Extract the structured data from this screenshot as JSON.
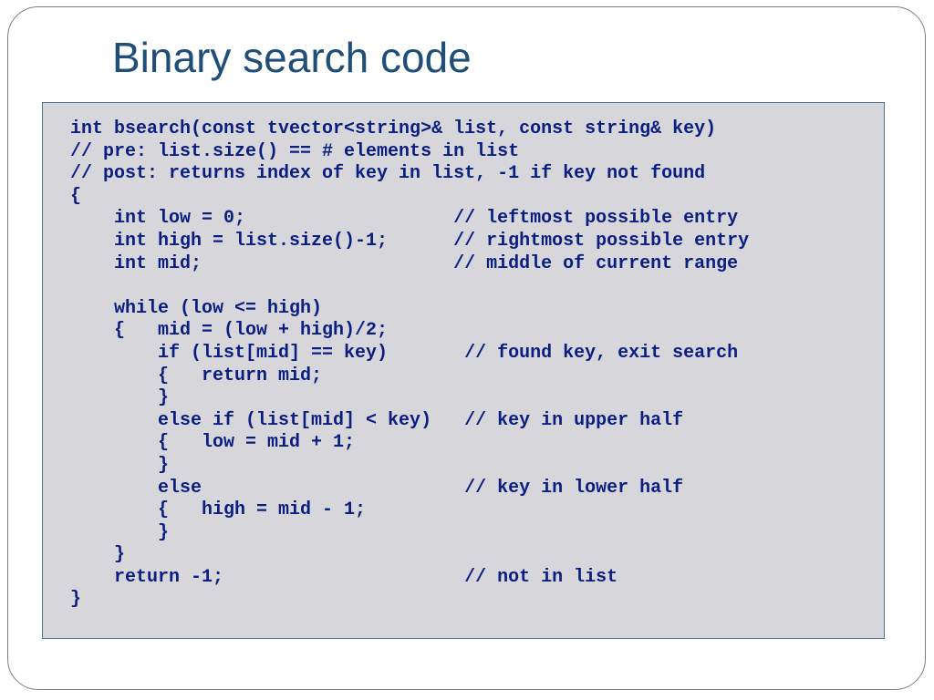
{
  "slide": {
    "title": "Binary search code"
  },
  "code": {
    "lines": [
      "int bsearch(const tvector<string>& list, const string& key)",
      "// pre: list.size() == # elements in list",
      "// post: returns index of key in list, -1 if key not found",
      "{",
      "    int low = 0;                   // leftmost possible entry",
      "    int high = list.size()-1;      // rightmost possible entry",
      "    int mid;                       // middle of current range",
      "",
      "    while (low <= high)",
      "    {   mid = (low + high)/2;",
      "        if (list[mid] == key)       // found key, exit search",
      "        {   return mid;",
      "        }",
      "        else if (list[mid] < key)   // key in upper half",
      "        {   low = mid + 1;",
      "        }",
      "        else                        // key in lower half",
      "        {   high = mid - 1;",
      "        }",
      "    }",
      "    return -1;                      // not in list",
      "}"
    ]
  }
}
